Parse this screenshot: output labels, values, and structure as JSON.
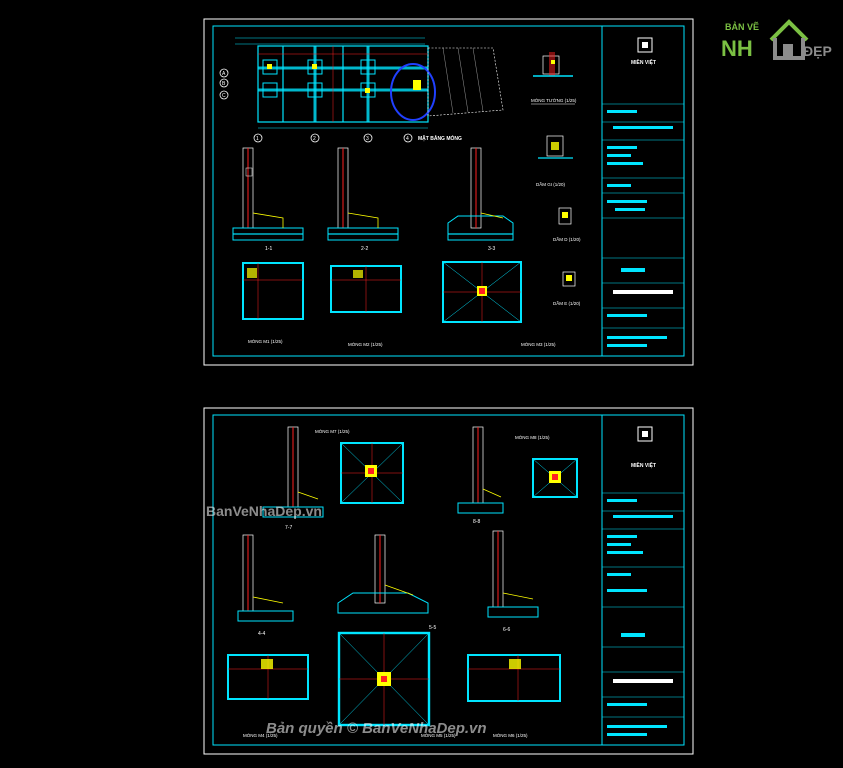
{
  "logo": {
    "line1": "BẢN VẼ",
    "line2_left": "NH",
    "line2_right": "ĐẸP",
    "colors": {
      "green": "#7bc043",
      "gray": "#8c8c8c",
      "white": "#ffffff"
    }
  },
  "colors": {
    "cyan": "#00e5ff",
    "red": "#ff2020",
    "yellow": "#ffff00",
    "green": "#00ff00",
    "white": "#ffffff",
    "blue": "#2040ff",
    "magenta": "#ff40ff",
    "background": "#000000"
  },
  "sheet1": {
    "title_block": {
      "project": "MIỀN VIỆT"
    },
    "plan_title": "MẶT BẰNG MÓNG",
    "grid_numbers": [
      "1",
      "2",
      "3",
      "4"
    ],
    "grid_letters": [
      "A",
      "B",
      "C"
    ],
    "section_labels": [
      "1-1",
      "2-2",
      "3-3"
    ],
    "footing_labels": [
      "MÓNG M1 (1/25)",
      "MÓNG M2 (1/25)",
      "MÓNG M3 (1/25)"
    ],
    "detail_labels": [
      "MÓNG TƯỜNG (1/25)",
      "DẦM GI (1/20)",
      "DẦM D (1/20)",
      "DẦM E (1/20)"
    ]
  },
  "sheet2": {
    "title_block": {
      "project": "MIỀN VIỆT"
    },
    "footing_labels": [
      "MÓNG M7 (1/25)",
      "MÓNG M8 (1/25)"
    ],
    "section_labels": [
      "7-7",
      "8-8",
      "4-4",
      "5-5",
      "6-6"
    ],
    "bottom_labels": [
      "MÓNG M4 (1/25)",
      "MÓNG M5 (1/25)",
      "MÓNG M6 (1/25)"
    ]
  },
  "watermarks": {
    "side": "BanVeNhaDep.vn",
    "copyright": "Bản quyền © BanVeNhaDep.vn"
  }
}
